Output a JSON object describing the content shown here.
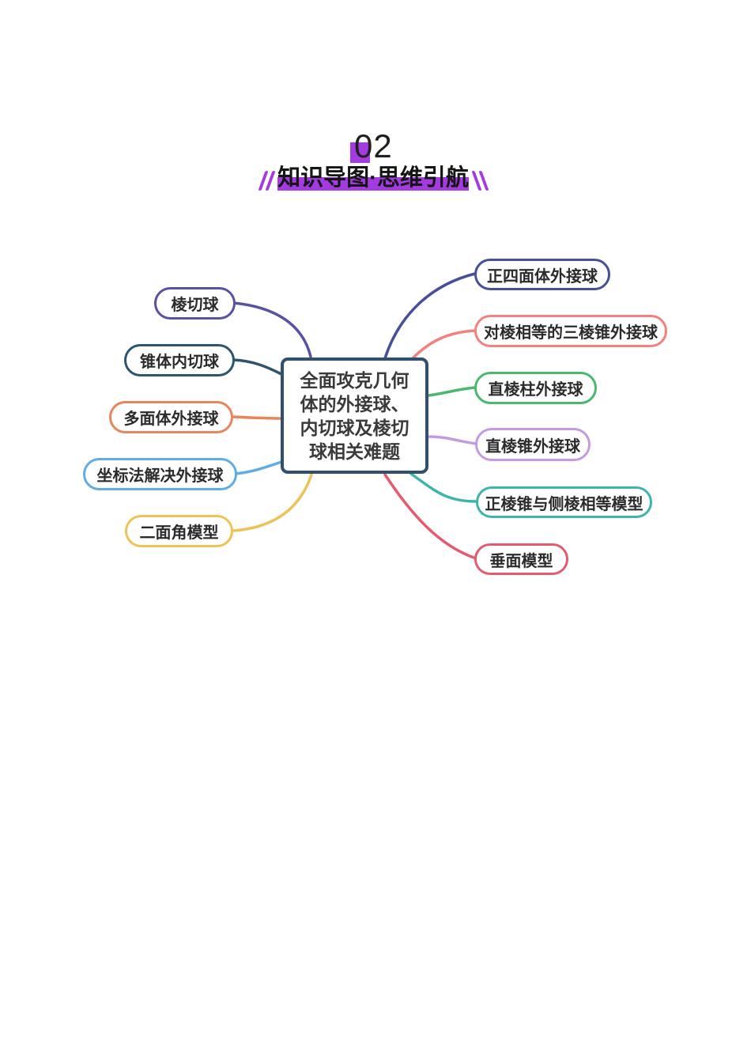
{
  "header": {
    "section_number": "02",
    "subtitle": "知识导图·思维引航",
    "accent_color": "#A43BE0",
    "icons": {
      "left_decoration": "double-slash-icon",
      "right_decoration": "double-slash-icon"
    }
  },
  "mindmap": {
    "center": {
      "title": "全面攻克几何体的外接球、内切球及棱切球相关难题",
      "title_lines": [
        "全面攻克几何",
        "体的外接球、",
        "内切球及棱切",
        "球相关难题"
      ],
      "border_color": "#31506E",
      "text_color": "#3a3a3a"
    },
    "left_branches": [
      {
        "label": "棱切球",
        "color": "#5752A3"
      },
      {
        "label": "锥体内切球",
        "color": "#2D566E"
      },
      {
        "label": "多面体外接球",
        "color": "#E8855B"
      },
      {
        "label": "坐标法解决外接球",
        "color": "#5FACE6"
      },
      {
        "label": "二面角模型",
        "color": "#ECC357"
      }
    ],
    "right_branches": [
      {
        "label": "正四面体外接球",
        "color": "#474F9B"
      },
      {
        "label": "对棱相等的三棱锥外接球",
        "color": "#F5817E"
      },
      {
        "label": "直棱柱外接球",
        "color": "#4BB96D"
      },
      {
        "label": "直棱锥外接球",
        "color": "#C49BE3"
      },
      {
        "label": "正棱锥与侧棱相等模型",
        "color": "#3DB5AC"
      },
      {
        "label": "垂面模型",
        "color": "#E65A6F"
      }
    ]
  }
}
